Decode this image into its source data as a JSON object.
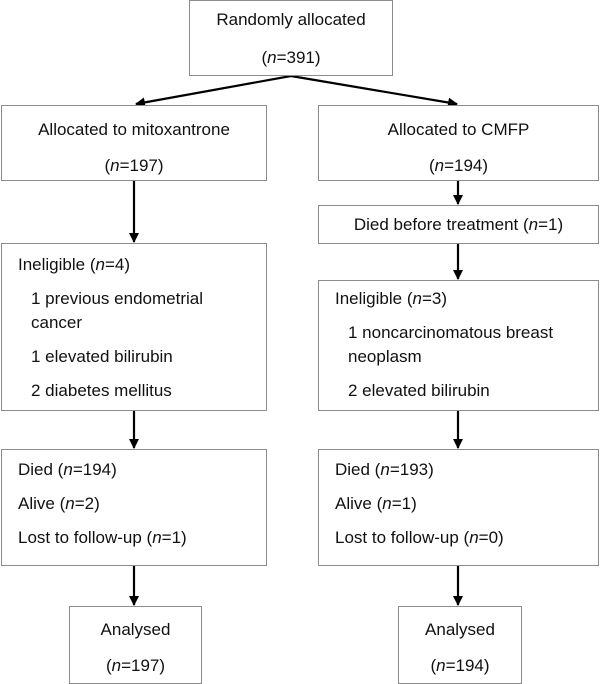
{
  "root": {
    "label": "Randomly allocated",
    "n_prefix": "n",
    "n_value": "=391",
    "n_open": "(",
    "n_close": ")"
  },
  "left": {
    "allocated": {
      "label": "Allocated to mitoxantrone",
      "n_prefix": "n",
      "n_value": "=197"
    },
    "ineligible": {
      "heading": "Ineligible (",
      "n_prefix": "n",
      "n_value": "=4)",
      "items": [
        "1 previous endometrial",
        "cancer",
        "1 elevated bilirubin",
        "2 diabetes mellitus"
      ]
    },
    "outcomes": {
      "died": {
        "label": "Died (",
        "n_prefix": "n",
        "n_value": "=194)"
      },
      "alive": {
        "label": "Alive (",
        "n_prefix": "n",
        "n_value": "=2)"
      },
      "lost": {
        "label": "Lost to follow-up (",
        "n_prefix": "n",
        "n_value": "=1)"
      }
    },
    "analysed": {
      "label": "Analysed",
      "n_prefix": "n",
      "n_value": "=197"
    }
  },
  "right": {
    "allocated": {
      "label": "Allocated to CMFP",
      "n_prefix": "n",
      "n_value": "=194"
    },
    "died_before": {
      "label": "Died before treatment (",
      "n_prefix": "n",
      "n_value": "=1)"
    },
    "ineligible": {
      "heading": "Ineligible (",
      "n_prefix": "n",
      "n_value": "=3)",
      "items": [
        "1 noncarcinomatous breast",
        "neoplasm",
        "2 elevated bilirubin"
      ]
    },
    "outcomes": {
      "died": {
        "label": "Died (",
        "n_prefix": "n",
        "n_value": "=193)"
      },
      "alive": {
        "label": "Alive (",
        "n_prefix": "n",
        "n_value": "=1)"
      },
      "lost": {
        "label": "Lost to follow-up (",
        "n_prefix": "n",
        "n_value": "=0)"
      }
    },
    "analysed": {
      "label": "Analysed",
      "n_prefix": "n",
      "n_value": "=194"
    }
  }
}
